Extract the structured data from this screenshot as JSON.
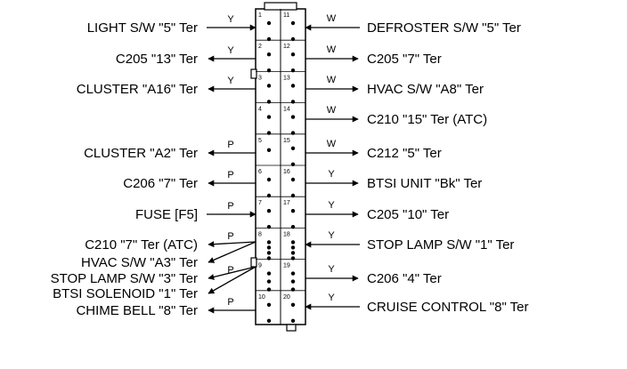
{
  "diagram": {
    "connector": {
      "pins": [
        {
          "number": "1",
          "dots": 2
        },
        {
          "number": "2",
          "dots": 2
        },
        {
          "number": "3",
          "dots": 2
        },
        {
          "number": "4",
          "dots": 2
        },
        {
          "number": "5",
          "dots": 1
        },
        {
          "number": "6",
          "dots": 2
        },
        {
          "number": "7",
          "dots": 2
        },
        {
          "number": "8",
          "dots": 4
        },
        {
          "number": "9",
          "dots": 3
        },
        {
          "number": "10",
          "dots": 2
        }
      ],
      "right_pins": [
        {
          "number": "11",
          "dots": 2
        },
        {
          "number": "12",
          "dots": 2
        },
        {
          "number": "13",
          "dots": 2
        },
        {
          "number": "14",
          "dots": 2
        },
        {
          "number": "15",
          "dots": 2
        },
        {
          "number": "16",
          "dots": 2
        },
        {
          "number": "17",
          "dots": 2
        },
        {
          "number": "18",
          "dots": 4
        },
        {
          "number": "19",
          "dots": 3
        },
        {
          "number": "20",
          "dots": 2
        }
      ]
    },
    "left_circuits": [
      {
        "label": "LIGHT S/W \"5\" Ter",
        "wire": "Y",
        "dir": "in"
      },
      {
        "label": "C205 \"13\" Ter",
        "wire": "Y",
        "dir": "out"
      },
      {
        "label": "CLUSTER \"A16\" Ter",
        "wire": "Y",
        "dir": "out"
      },
      {
        "label": "CLUSTER \"A2\" Ter",
        "wire": "P",
        "dir": "out"
      },
      {
        "label": "C206 \"7\" Ter",
        "wire": "P",
        "dir": "out"
      },
      {
        "label": "FUSE [F5]",
        "wire": "P",
        "dir": "in"
      },
      {
        "label": "C210 \"7\" Ter (ATC)",
        "wire": "P",
        "dir": "out"
      },
      {
        "label": "HVAC S/W \"A3\" Ter",
        "wire": "",
        "dir": "out"
      },
      {
        "label": "STOP LAMP S/W \"3\" Ter",
        "wire": "P",
        "dir": "out"
      },
      {
        "label": "BTSI SOLENOID \"1\" Ter",
        "wire": "",
        "dir": "out"
      },
      {
        "label": "CHIME BELL \"8\" Ter",
        "wire": "P",
        "dir": "out"
      }
    ],
    "right_circuits": [
      {
        "label": "DEFROSTER S/W \"5\" Ter",
        "wire": "W",
        "dir": "in"
      },
      {
        "label": "C205 \"7\" Ter",
        "wire": "W",
        "dir": "out"
      },
      {
        "label": "HVAC S/W \"A8\" Ter",
        "wire": "W",
        "dir": "out"
      },
      {
        "label": "C210 \"15\" Ter (ATC)",
        "wire": "W",
        "dir": "out"
      },
      {
        "label": "C212 \"5\" Ter",
        "wire": "W",
        "dir": "out"
      },
      {
        "label": "BTSI UNIT \"Bk\" Ter",
        "wire": "Y",
        "dir": "out"
      },
      {
        "label": "C205 \"10\" Ter",
        "wire": "Y",
        "dir": "out"
      },
      {
        "label": "STOP LAMP S/W \"1\" Ter",
        "wire": "Y",
        "dir": "in"
      },
      {
        "label": "C206 \"4\" Ter",
        "wire": "Y",
        "dir": "out"
      },
      {
        "label": "CRUISE CONTROL \"8\" Ter",
        "wire": "Y",
        "dir": "in"
      }
    ]
  }
}
